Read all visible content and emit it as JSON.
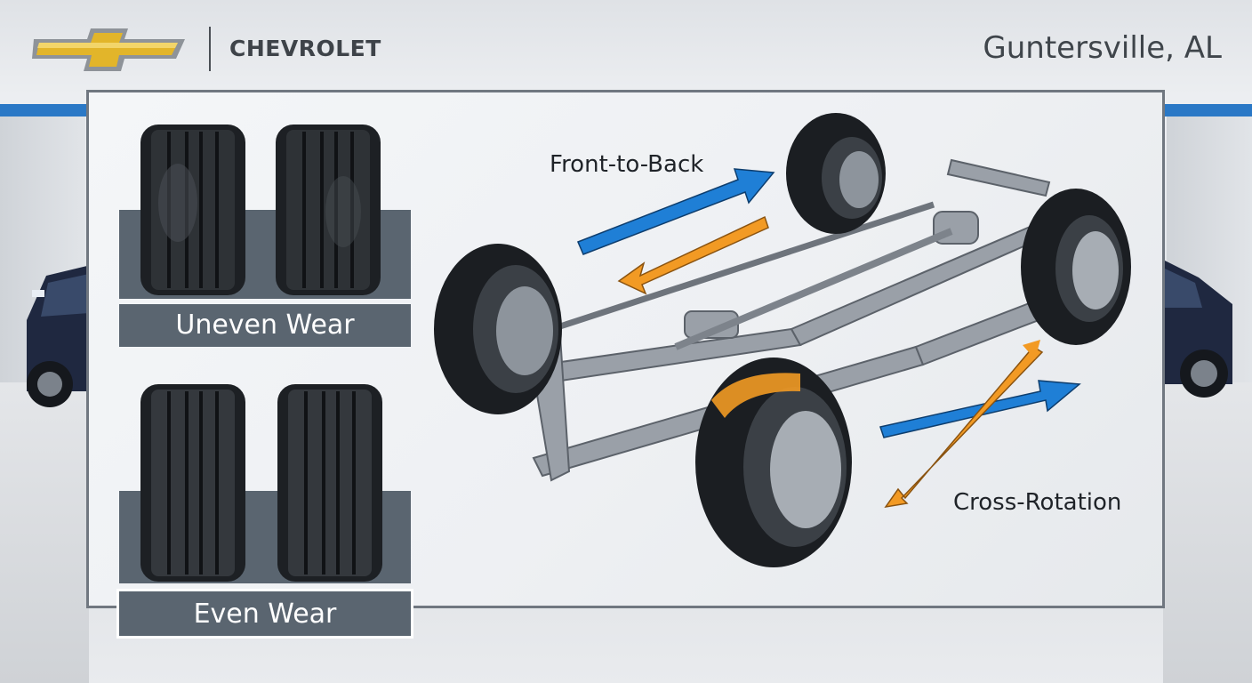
{
  "header": {
    "brand_name": "CHEVROLET",
    "location": "Guntersville, AL"
  },
  "wear_comparison": {
    "uneven_label": "Uneven Wear",
    "even_label": "Even Wear"
  },
  "rotation_diagram": {
    "front_to_back_label": "Front-to-Back",
    "cross_rotation_label": "Cross-Rotation"
  },
  "colors": {
    "arrow_blue": "#1f7fd6",
    "arrow_orange": "#f29a24",
    "accent_blue_stripe": "#2a78c6",
    "bowtie_gold": "#e2b52a",
    "label_slate": "#5a6570"
  },
  "icons": [
    "chevrolet-bowtie-logo",
    "tire-icon",
    "chassis-illustration",
    "arrow-icon"
  ]
}
